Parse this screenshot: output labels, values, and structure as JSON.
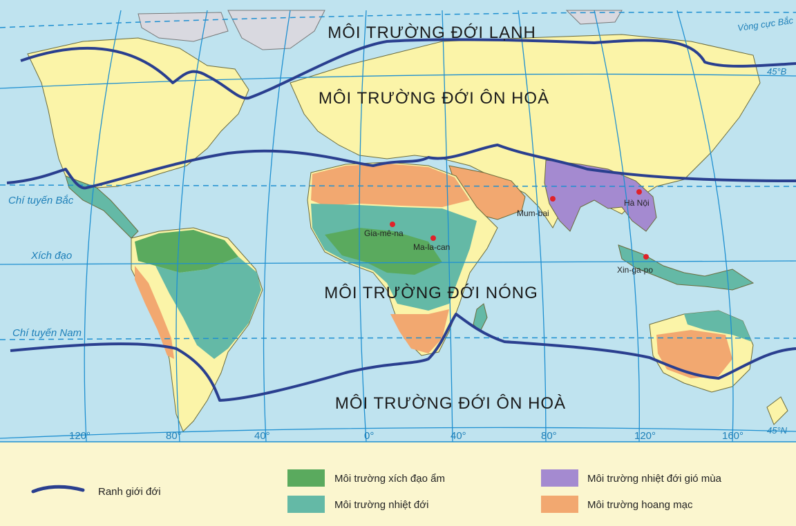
{
  "zones": {
    "cold": "MÔI TRƯỜNG ĐỚI LẠNH",
    "temperate_north": "MÔI TRƯỜNG ĐỚI ÔN HOÀ",
    "hot": "MÔI TRƯỜNG ĐỚI NÓNG",
    "temperate_south": "MÔI TRƯỜNG ĐỚI ÔN HOÀ"
  },
  "lines": {
    "arctic_circle": "Vòng cực Bắc",
    "tropic_north": "Chí tuyến Bắc",
    "equator": "Xích đạo",
    "tropic_south": "Chí tuyến Nam",
    "lat_45n": "45°B",
    "lat_45s": "45°N"
  },
  "longitudes": [
    "120°",
    "80°",
    "40°",
    "0°",
    "40°",
    "80°",
    "120°",
    "160°"
  ],
  "cities": {
    "giamena": "Gia-mê-na",
    "malacan": "Ma-la-can",
    "mumbai": "Mum-bai",
    "hanoi": "Hà Nội",
    "singapore": "Xin-ga-po"
  },
  "legend": {
    "boundary": "Ranh giới đới",
    "equatorial": "Môi trường xích đạo ẩm",
    "tropical": "Môi trường nhiệt đới",
    "monsoon": "Môi trường nhiệt đới gió mùa",
    "desert": "Môi trường hoang mạc"
  },
  "colors": {
    "ocean": "#bfe3ef",
    "land": "#fbf4a8",
    "equatorial": "#5aaa5e",
    "tropical": "#64b9a6",
    "monsoon": "#a48ad0",
    "desert": "#f2a870",
    "boundary": "#2a3f8f",
    "graticule": "#1e8fd0",
    "legend_bg": "#fbf6cf",
    "city_dot": "#e0222a"
  }
}
